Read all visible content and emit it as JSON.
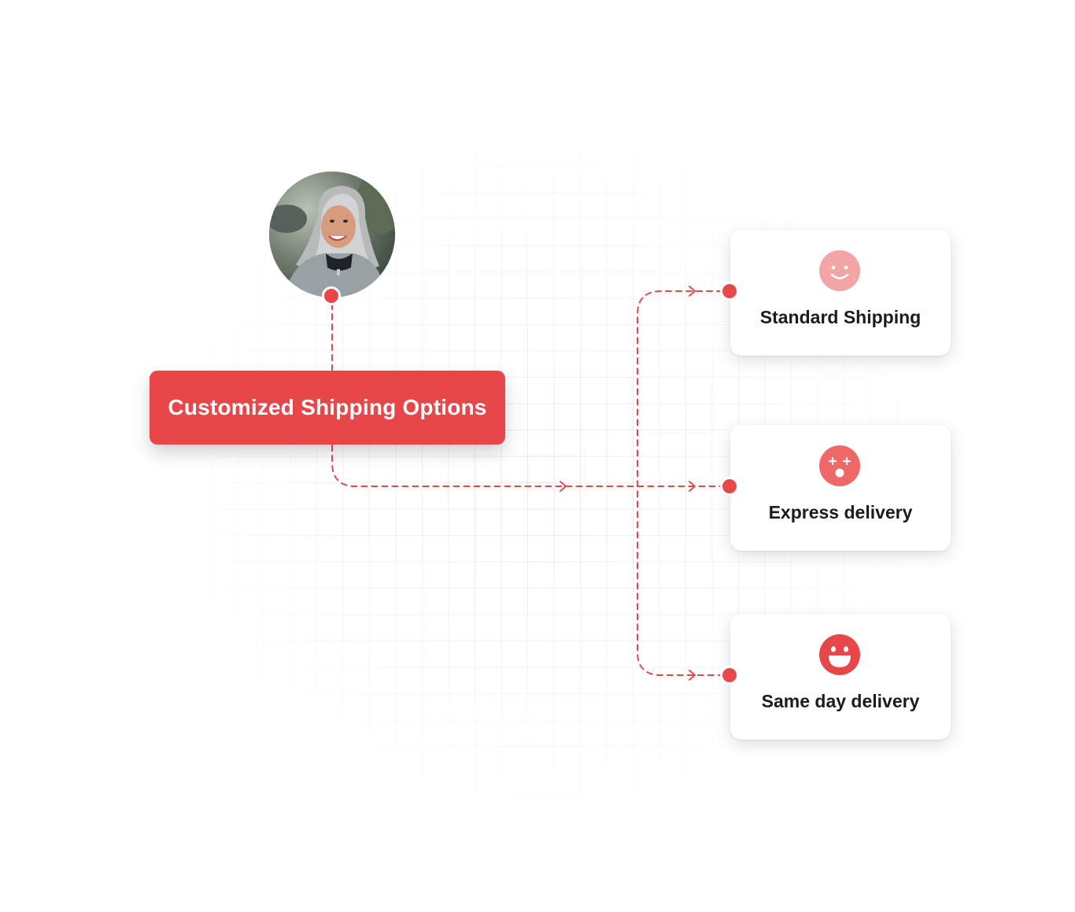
{
  "flow": {
    "source_button": "Customized Shipping Options",
    "options": [
      {
        "label": "Standard Shipping",
        "icon": "smiling-face-icon",
        "icon_color": "#f3a5a5"
      },
      {
        "label": "Express delivery",
        "icon": "starstruck-face-icon",
        "icon_color": "#ee6868"
      },
      {
        "label": "Same day delivery",
        "icon": "grinning-face-icon",
        "icon_color": "#e8474a"
      }
    ]
  },
  "colors": {
    "accent": "#e8474a",
    "connector": "#e8474a",
    "card_background": "#ffffff",
    "text": "#1c1c1c"
  }
}
